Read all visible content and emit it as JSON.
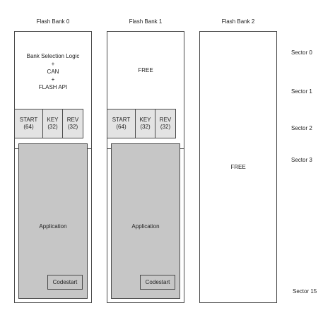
{
  "banks": [
    {
      "title": "Flash Bank 0",
      "top_lines": [
        "Bank Selection Logic",
        "+",
        "CAN",
        "+",
        "FLASH API"
      ],
      "cells": [
        "START (64)",
        "KEY\n(32)",
        "REV\n(32)"
      ],
      "app_label": "Application",
      "codestart_label": "Codestart"
    },
    {
      "title": "Flash Bank 1",
      "top_label": "FREE",
      "cells": [
        "START (64)",
        "KEY\n(32)",
        "REV\n(32)"
      ],
      "app_label": "Application",
      "codestart_label": "Codestart"
    },
    {
      "title": "Flash Bank 2",
      "free_label": "FREE"
    }
  ],
  "sectors": [
    "Sector 0",
    "Sector 1",
    "Sector 2",
    "Sector 3",
    "Sector 15"
  ],
  "colors": {
    "border": "#4a4a4a",
    "header_cell": "#e3e3e3",
    "application": "#c6c6c6",
    "background": "#ffffff"
  }
}
